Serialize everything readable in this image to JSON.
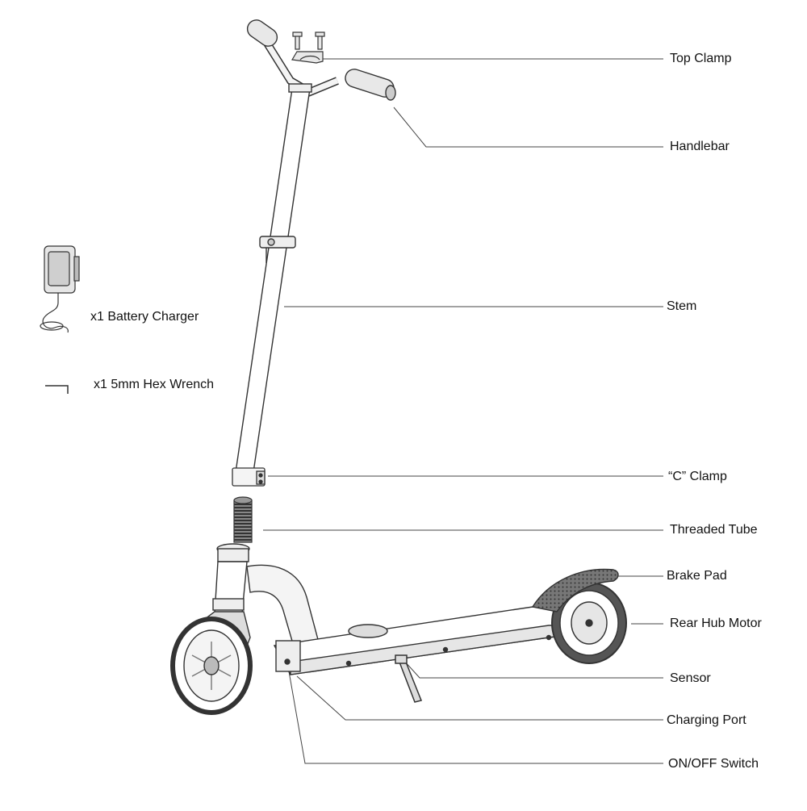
{
  "accessories": [
    {
      "label": "x1 Battery Charger",
      "icon": "battery-charger-icon"
    },
    {
      "label": "x1 5mm Hex Wrench",
      "icon": "hex-wrench-icon"
    }
  ],
  "parts": [
    {
      "label": "Top Clamp"
    },
    {
      "label": "Handlebar"
    },
    {
      "label": "Stem"
    },
    {
      "label": "“C” Clamp"
    },
    {
      "label": "Threaded Tube"
    },
    {
      "label": "Brake Pad"
    },
    {
      "label": "Rear Hub Motor"
    },
    {
      "label": "Sensor"
    },
    {
      "label": "Charging Port"
    },
    {
      "label": "ON/OFF Switch"
    }
  ],
  "colors": {
    "line": "#333333",
    "fill_light": "#f2f2f2",
    "fill_dark": "#555555",
    "leader": "#444444"
  }
}
